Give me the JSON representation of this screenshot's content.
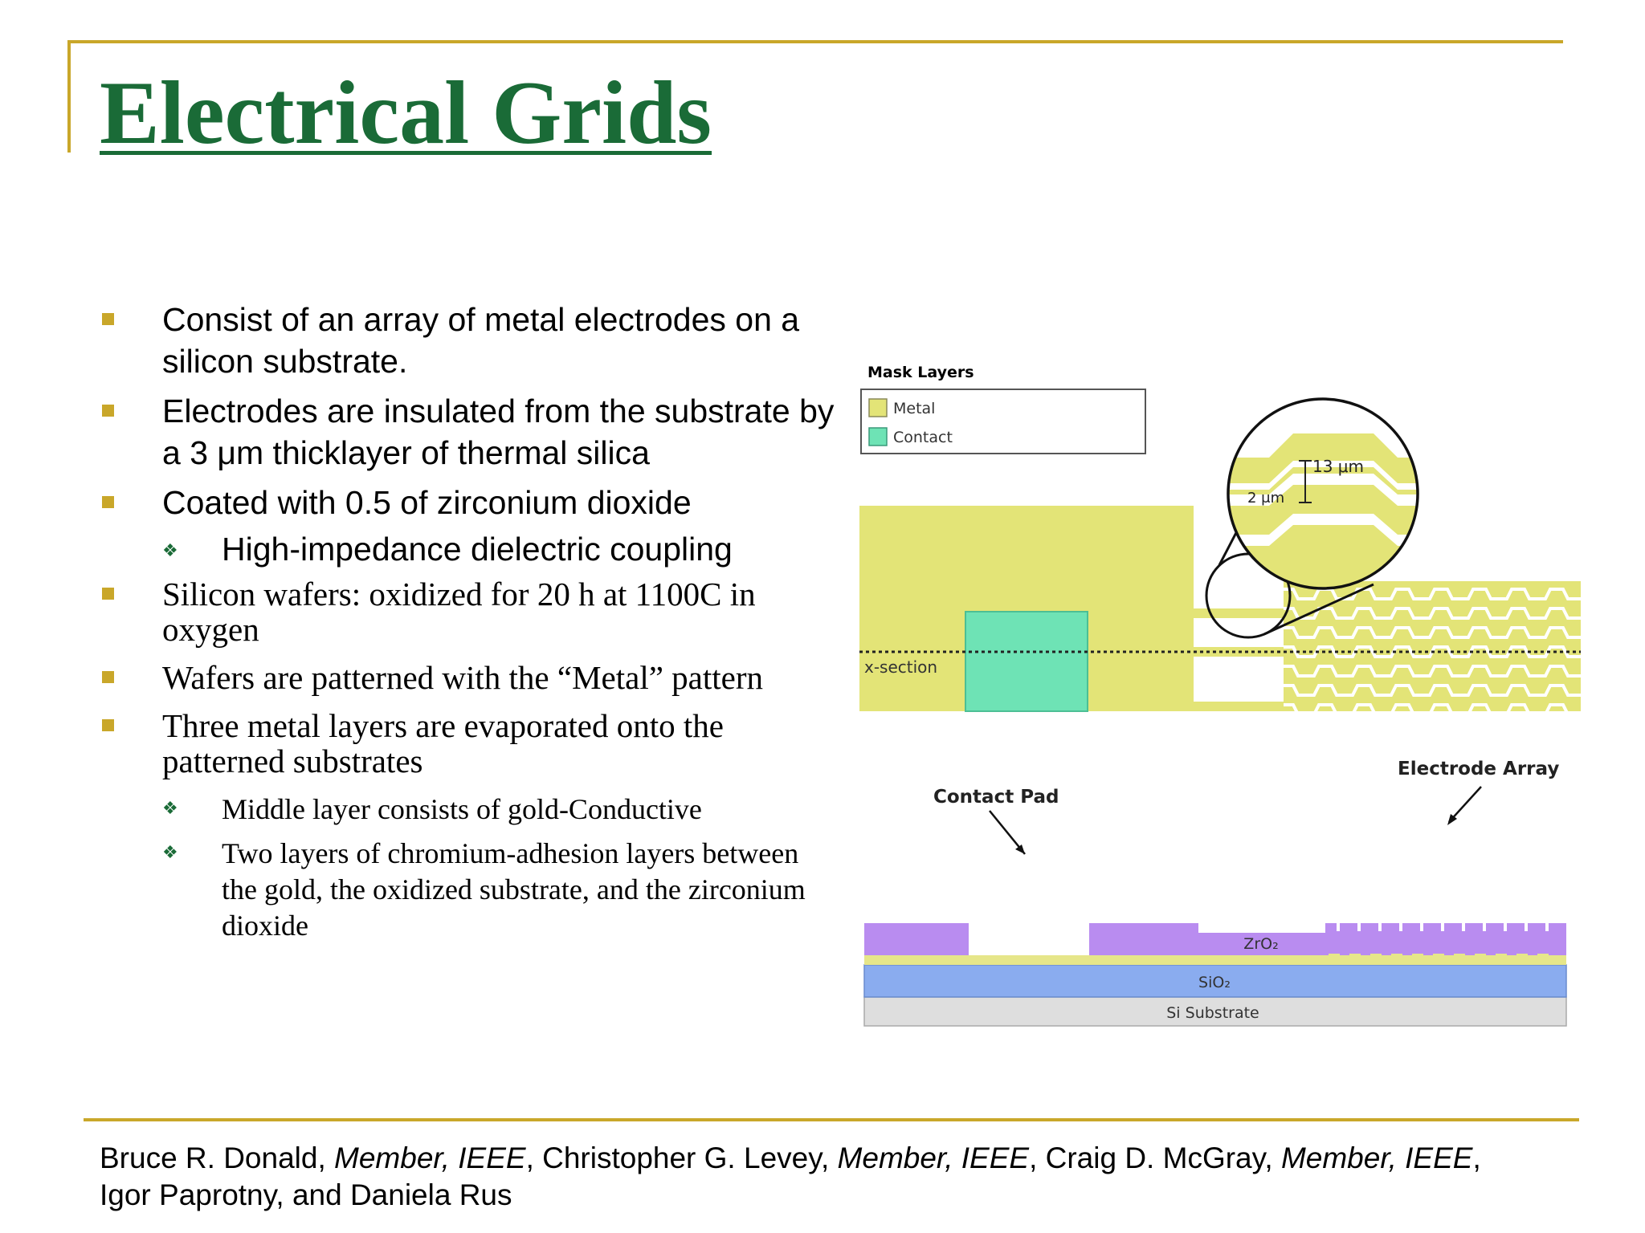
{
  "slide": {
    "title": "Electrical Grids",
    "bullets": [
      "Consist of an array of metal electrodes on a silicon substrate.",
      "Electrodes are insulated from the substrate by a 3 μm thicklayer of thermal silica",
      "Coated with 0.5 of zirconium dioxide",
      "High-impedance dielectric coupling",
      "Silicon wafers: oxidized for 20 h at 1100C in oxygen",
      "Wafers are patterned with the “Metal” pattern",
      "Three metal layers are evaporated onto the patterned substrates",
      "Middle layer consists of  gold-Conductive",
      "Two layers of chromium-adhesion layers between the gold, the oxidized substrate, and the zirconium dioxide"
    ]
  },
  "figure": {
    "mask_layers_title": "Mask Layers",
    "legend_metal": "Metal",
    "legend_contact": "Contact",
    "xsection_label": "x-section",
    "dim_13": "13 μm",
    "dim_2": "2 μm",
    "contact_pad_label": "Contact Pad",
    "electrode_array_label": "Electrode Array",
    "zro2_label": "ZrO₂",
    "sio2_label": "SiO₂",
    "substrate_label": "Si Substrate",
    "colors": {
      "metal": "#e3e477",
      "contact": "#6ee3b5",
      "zro2": "#b98cf0",
      "sio2": "#8aacef",
      "substrate": "#dedede",
      "gold_layer": "#e6e68a"
    }
  },
  "footer": {
    "author1": "Bruce R. Donald",
    "affil": "Member, IEEE",
    "author2": "Christopher G. Levey",
    "author3": "Craig D. McGray",
    "author4": "Igor Paprotny, and Daniela Rus"
  }
}
